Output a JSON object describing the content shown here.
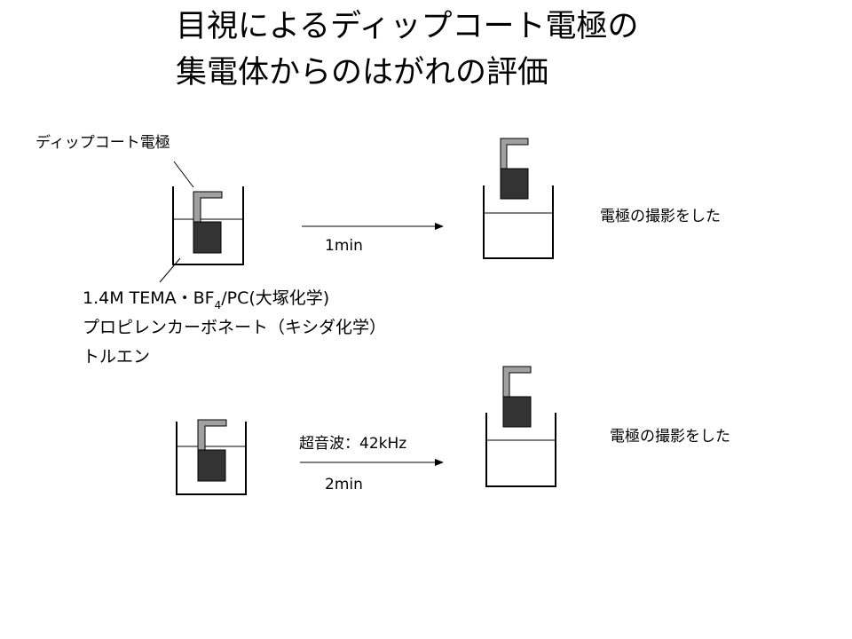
{
  "title": {
    "line1": "目視によるディップコート電極の",
    "line2": "集電体からのはがれの評価"
  },
  "labels": {
    "electrode": "ディップコート電極",
    "step1_time": "1min",
    "result1": "電極の撮影をした",
    "solution": {
      "line1_pre": "1.4M TEMA・BF",
      "line1_sub": "4",
      "line1_post": "/PC(大塚化学)",
      "line2": "プロピレンカーボネート（キシダ化学）",
      "line3": "トルエン"
    },
    "step2_method": "超音波：42kHz",
    "step2_time": "2min",
    "result2": "電極の撮影をした"
  },
  "colors": {
    "electrode_fill": "#333333",
    "holder_fill": "#a0a0a0",
    "line": "#000000"
  }
}
